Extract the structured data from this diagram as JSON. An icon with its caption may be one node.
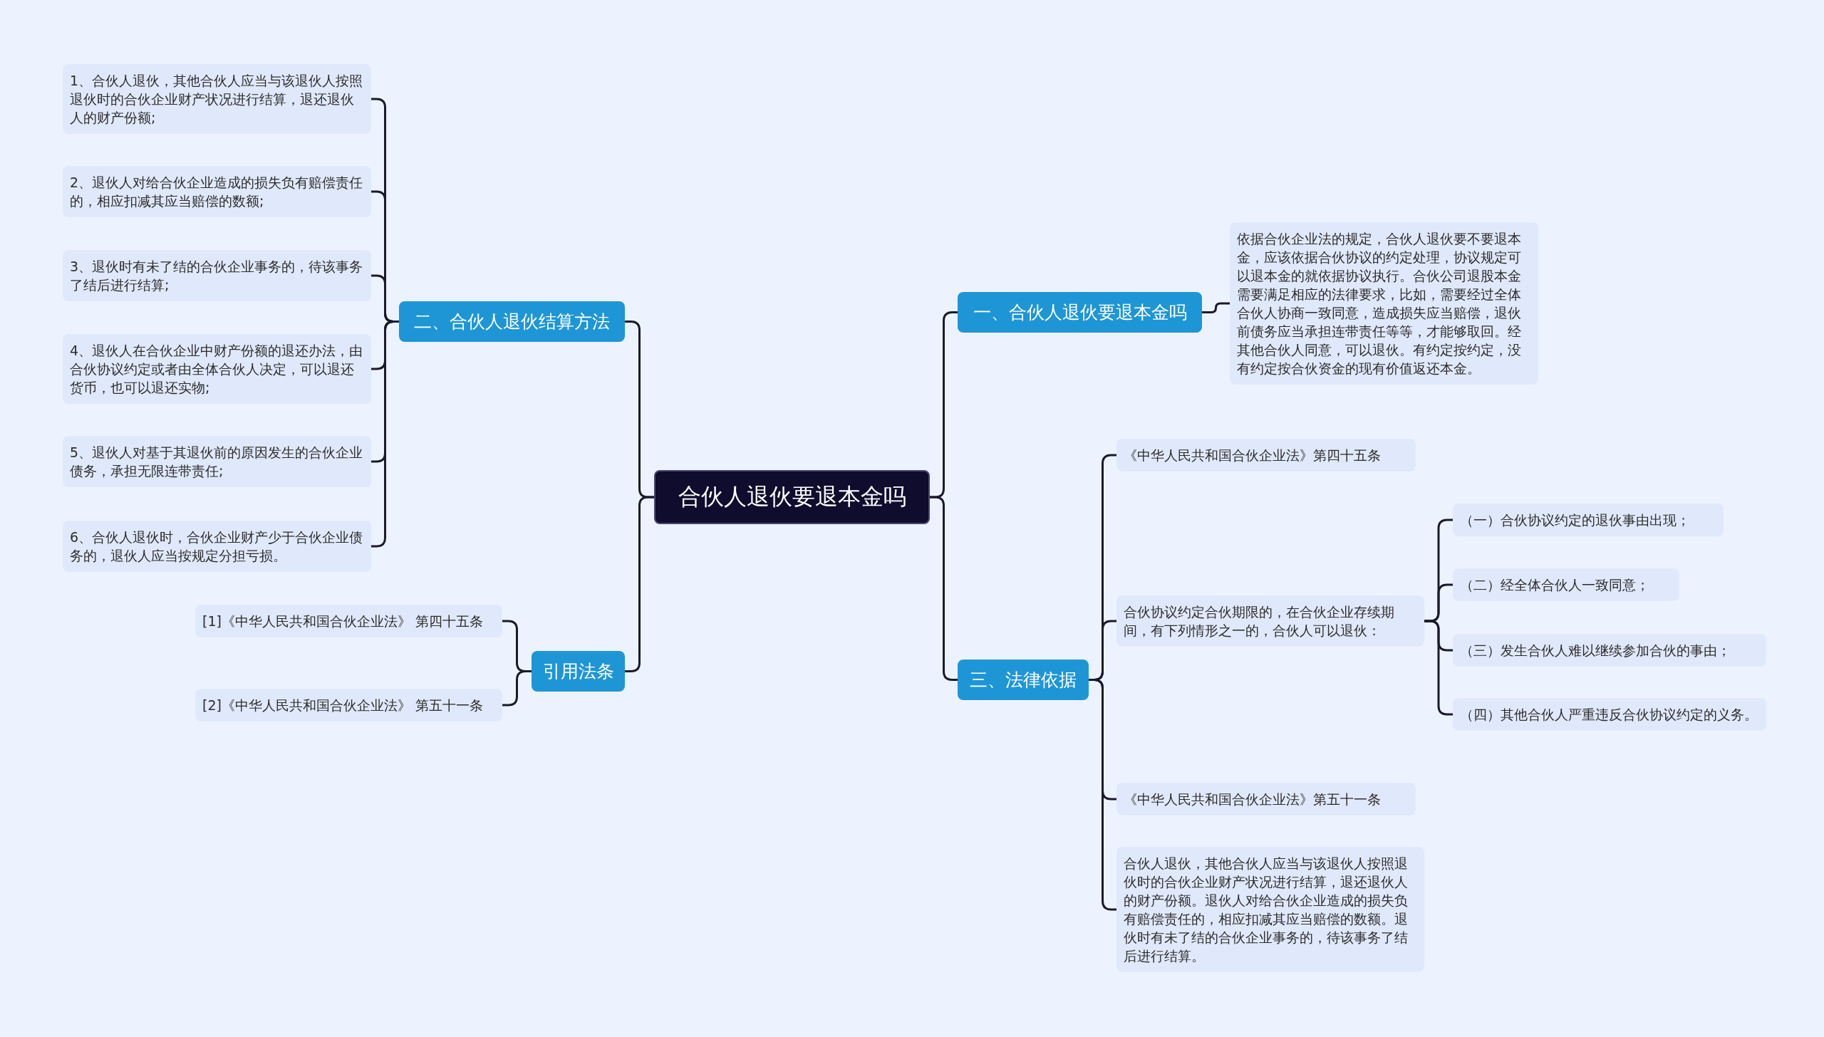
{
  "diagram": {
    "nodes": [
      {
        "text": [
          "合伙人退伙要退本金吗"
        ]
      },
      {
        "text": [
          "一、合伙人退伙要退本金吗"
        ]
      },
      {
        "text": [
          "依据合伙企业法的规定，合伙人退伙要不要退本金，应该依据合伙协议的约定处理，协议规定可以退本金的就依据协议执行。合伙公司退股本金需要满足相应的法律要求，比如，需要经过全体合伙人协商一致同意，造成损失应当赔偿，退伙前债务应当承担连带责任等等，才能够取回。经其他合伙人同意，可以退伙。有约定按约定，没有约定按合伙资金的现有价值返还本金。"
        ]
      },
      {
        "text": [
          "二、合伙人退伙结算方法"
        ]
      },
      {
        "text": [
          "1、合伙人退伙，其他合伙人应当与该退伙人按照退伙时的合伙企业财产状况进行结算，退还退伙人的财产份额;"
        ]
      },
      {
        "text": [
          "2、退伙人对给合伙企业造成的损失负有赔偿责任的，相应扣减其应当赔偿的数额;"
        ]
      },
      {
        "text": [
          "3、退伙时有未了结的合伙企业事务的，待该事务了结后进行结算;"
        ]
      },
      {
        "text": [
          "4、退伙人在合伙企业中财产份额的退还办法，由合伙协议约定或者由全体合伙人决定，可以退还货币，也可以退还实物;"
        ]
      },
      {
        "text": [
          "5、退伙人对基于其退伙前的原因发生的合伙企业债务，承担无限连带责任;"
        ]
      },
      {
        "text": [
          "6、合伙人退伙时，合伙企业财产少于合伙企业债务的，退伙人应当按规定分担亏损。"
        ]
      },
      {
        "text": [
          "引用法条"
        ]
      },
      {
        "text": [
          "[1]《中华人民共和国合伙企业法》 第四十五条"
        ]
      },
      {
        "text": [
          "[2]《中华人民共和国合伙企业法》 第五十一条"
        ]
      },
      {
        "text": [
          "三、法律依据"
        ]
      },
      {
        "text": [
          "《中华人民共和国合伙企业法》第四十五条"
        ]
      },
      {
        "text": [
          "合伙协议约定合伙期限的，在合伙企业存续期间，有下列情形之一的，合伙人可以退伙："
        ]
      },
      {
        "text": [
          "（一）合伙协议约定的退伙事由出现；"
        ]
      },
      {
        "text": [
          "（二）经全体合伙人一致同意；"
        ]
      },
      {
        "text": [
          "（三）发生合伙人难以继续参加合伙的事由；"
        ]
      },
      {
        "text": [
          "（四）其他合伙人严重违反合伙协议约定的义务。"
        ]
      },
      {
        "text": [
          "《中华人民共和国合伙企业法》第五十一条"
        ]
      },
      {
        "text": [
          "合伙人退伙，其他合伙人应当与该退伙人按照退伙时的合伙企业财产状况进行结算，退还退伙人的财产份额。退伙人对给合伙企业造成的损失负有赔偿责任的，相应扣减其应当赔偿的数额。退伙时有未了结的合伙企业事务的，待该事务了结后进行结算。"
        ]
      }
    ],
    "edges": [
      {
        "from": 0,
        "to": 1,
        "arrow": "none"
      },
      {
        "from": 1,
        "to": 2,
        "arrow": "none"
      },
      {
        "from": 0,
        "to": 3,
        "arrow": "none"
      },
      {
        "from": 3,
        "to": 4,
        "arrow": "none"
      },
      {
        "from": 3,
        "to": 5,
        "arrow": "none"
      },
      {
        "from": 3,
        "to": 6,
        "arrow": "none"
      },
      {
        "from": 3,
        "to": 7,
        "arrow": "none"
      },
      {
        "from": 3,
        "to": 8,
        "arrow": "none"
      },
      {
        "from": 3,
        "to": 9,
        "arrow": "none"
      },
      {
        "from": 0,
        "to": 10,
        "arrow": "none"
      },
      {
        "from": 10,
        "to": 11,
        "arrow": "none"
      },
      {
        "from": 10,
        "to": 12,
        "arrow": "none"
      },
      {
        "from": 0,
        "to": 13,
        "arrow": "none"
      },
      {
        "from": 13,
        "to": 14,
        "arrow": "none"
      },
      {
        "from": 13,
        "to": 15,
        "arrow": "none"
      },
      {
        "from": 15,
        "to": 16,
        "arrow": "none"
      },
      {
        "from": 15,
        "to": 17,
        "arrow": "none"
      },
      {
        "from": 15,
        "to": 18,
        "arrow": "none"
      },
      {
        "from": 15,
        "to": 19,
        "arrow": "none"
      },
      {
        "from": 13,
        "to": 20,
        "arrow": "none"
      },
      {
        "from": 13,
        "to": 21,
        "arrow": "none"
      }
    ]
  }
}
